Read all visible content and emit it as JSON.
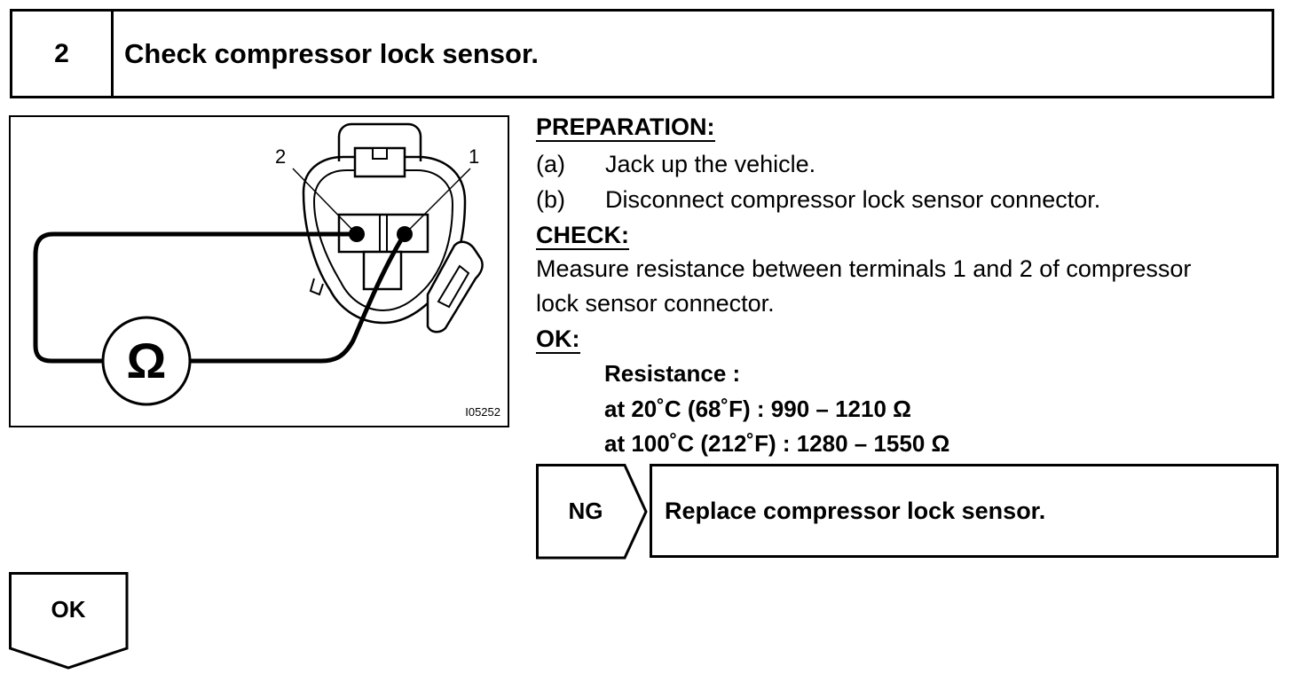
{
  "step": {
    "number": "2",
    "title": "Check compressor lock sensor."
  },
  "figure": {
    "terminal_labels": [
      "2",
      "1"
    ],
    "meter_symbol": "Ω",
    "figure_id": "I05252"
  },
  "preparation": {
    "heading": "PREPARATION:",
    "items": [
      {
        "mark": "(a)",
        "text": "Jack up the vehicle."
      },
      {
        "mark": "(b)",
        "text": "Disconnect compressor lock sensor connector."
      }
    ]
  },
  "check": {
    "heading": "CHECK:",
    "lines": [
      "Measure resistance between terminals 1 and 2 of compressor",
      "lock sensor connector."
    ]
  },
  "ok_spec": {
    "heading": "OK:",
    "lines": [
      "Resistance :",
      "at 20˚C (68˚F) : 990 – 1210 Ω",
      "at 100˚C (212˚F) : 1280 – 1550 Ω"
    ]
  },
  "ng": {
    "label": "NG",
    "action": "Replace compressor lock sensor."
  },
  "ok_next": {
    "label": "OK"
  }
}
